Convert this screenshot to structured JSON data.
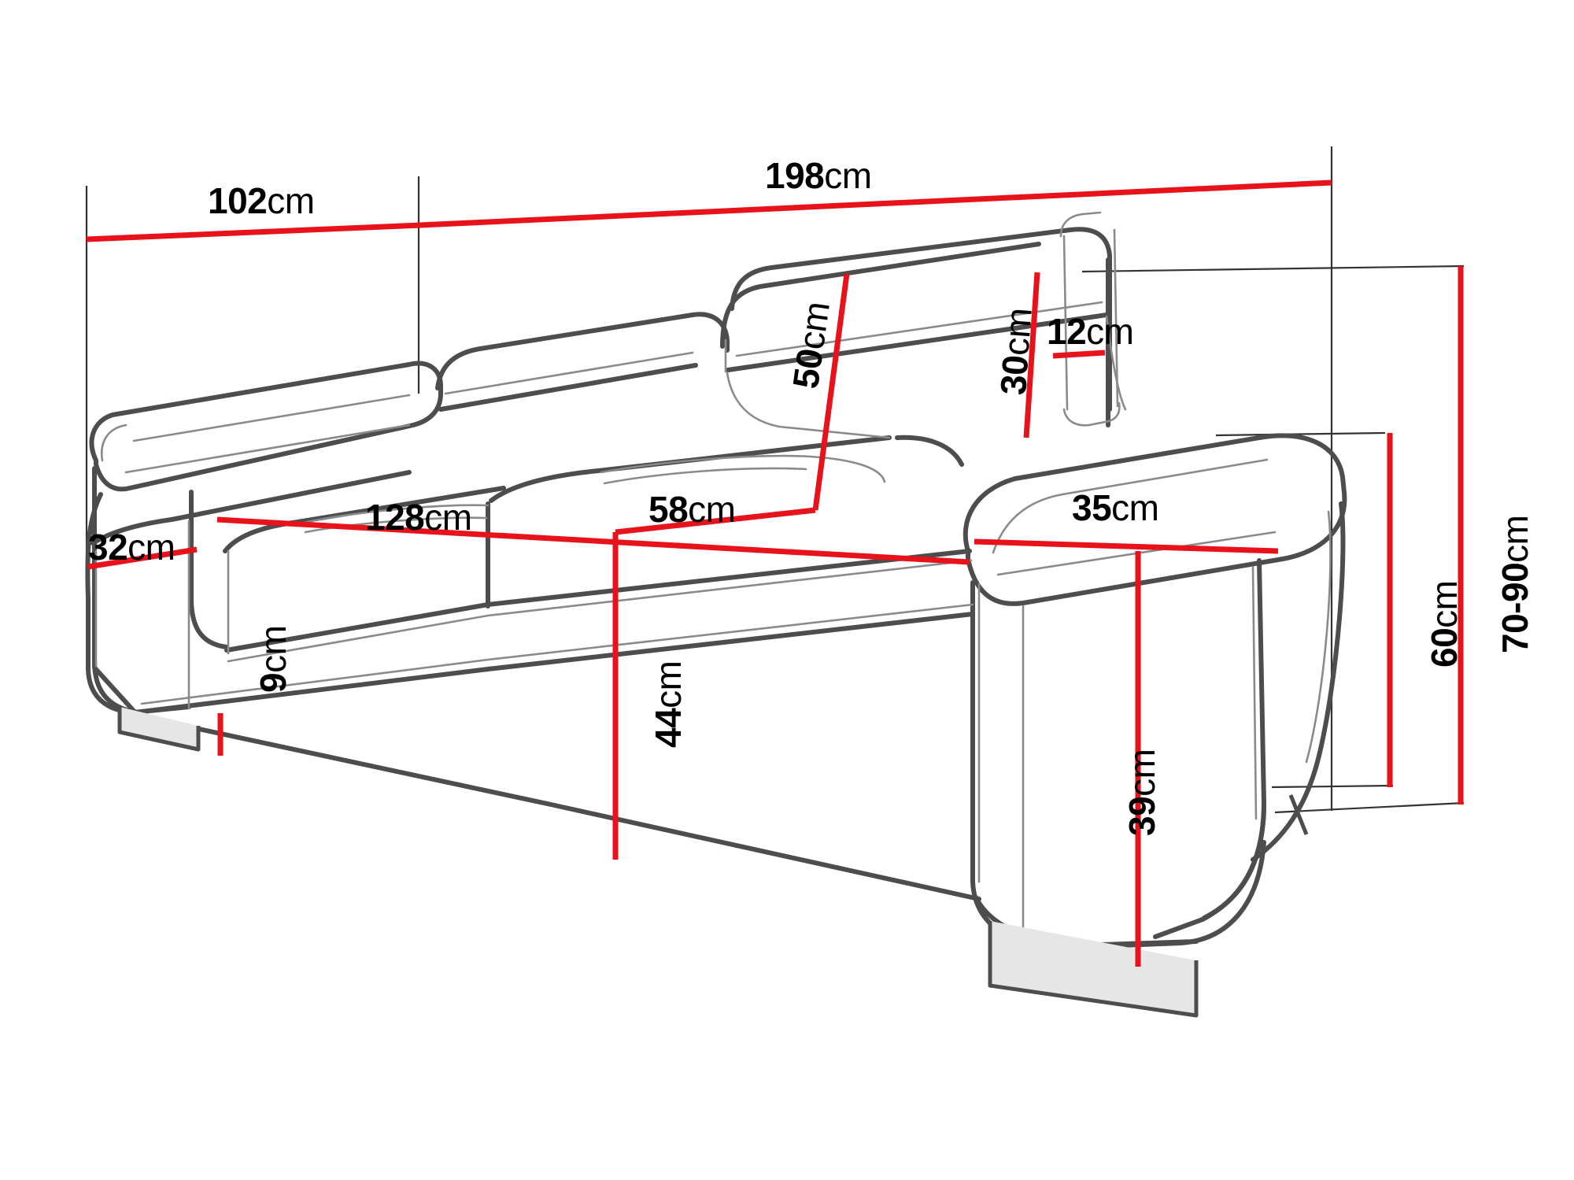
{
  "document": {
    "type": "technical-dimension-drawing",
    "subject": "sofa",
    "background_color": "#ffffff",
    "outline_color": "#4d4d4d",
    "detail_color": "#7a7a7a",
    "dimension_line_color": "#e8131a",
    "text_color": "#000000"
  },
  "dimensions": {
    "overall_depth": {
      "value": "102",
      "unit": "cm",
      "orientation": "horizontal"
    },
    "overall_width": {
      "value": "198",
      "unit": "cm",
      "orientation": "horizontal"
    },
    "backrest_height": {
      "value": "50",
      "unit": "cm",
      "orientation": "vertical"
    },
    "headrest_height": {
      "value": "30",
      "unit": "cm",
      "orientation": "vertical"
    },
    "headrest_thickness": {
      "value": "12",
      "unit": "cm",
      "orientation": "horizontal"
    },
    "total_height_range": {
      "value": "70-90",
      "unit": "cm",
      "orientation": "vertical"
    },
    "armrest_depth_left": {
      "value": "32",
      "unit": "cm",
      "orientation": "horizontal"
    },
    "seat_width": {
      "value": "128",
      "unit": "cm",
      "orientation": "horizontal"
    },
    "seat_depth": {
      "value": "58",
      "unit": "cm",
      "orientation": "horizontal"
    },
    "armrest_width_right": {
      "value": "35",
      "unit": "cm",
      "orientation": "horizontal"
    },
    "seat_back_height": {
      "value": "60",
      "unit": "cm",
      "orientation": "vertical"
    },
    "seat_height_front": {
      "value": "44",
      "unit": "cm",
      "orientation": "vertical"
    },
    "leg_height": {
      "value": "9",
      "unit": "cm",
      "orientation": "vertical"
    },
    "armrest_height": {
      "value": "39",
      "unit": "cm",
      "orientation": "vertical"
    }
  }
}
